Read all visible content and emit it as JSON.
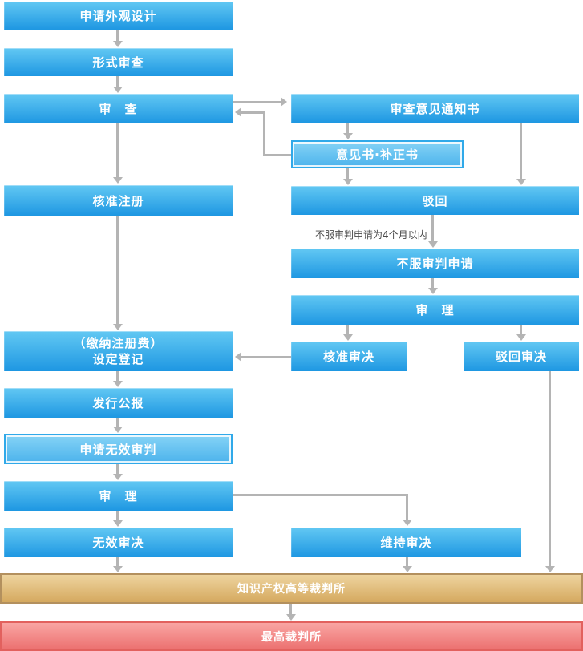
{
  "colors": {
    "box_blue_top": "#62c8f3",
    "box_blue_bottom": "#1e97e2",
    "box_blue_light_top": "#85d3f6",
    "box_blue_light_bottom": "#4cb3ec",
    "double_border_blue": "#30a9e9",
    "tan_top": "#eed49f",
    "tan_bottom": "#d5a95f",
    "tan_border": "#b3905e",
    "red_top": "#f9a5a3",
    "red_bottom": "#ec7170",
    "red_border": "#e2615e",
    "arrow": "#b4b4b4",
    "label_text": "#4a4a4a"
  },
  "nodes": {
    "apply_design": {
      "label": "申请外观设计"
    },
    "formal_exam": {
      "label": "形式审查"
    },
    "examination": {
      "label": "审　查"
    },
    "exam_notice": {
      "label": "审查意见通知书"
    },
    "opinion_doc": {
      "label": "意见书·补正书"
    },
    "rejection": {
      "label": "驳回"
    },
    "approve_reg": {
      "label": "核准注册"
    },
    "appeal_request": {
      "label": "不服审判申请"
    },
    "appeal_trial": {
      "label": "审　理"
    },
    "approve_decision": {
      "label": "核准审决"
    },
    "reject_decision": {
      "label": "驳回审决"
    },
    "registration": {
      "line1": "（缴纳注册费）",
      "line2": "设定登记"
    },
    "gazette": {
      "label": "发行公报"
    },
    "invalid_request": {
      "label": "申请无效审判"
    },
    "invalid_trial": {
      "label": "审　理"
    },
    "invalid_decision": {
      "label": "无效审决"
    },
    "maintain_decision": {
      "label": "维持审决"
    },
    "ip_high_court": {
      "label": "知识产权高等裁判所"
    },
    "supreme_court": {
      "label": "最高裁判所"
    }
  },
  "annotations": {
    "appeal_period": "不服审判申请为4个月以内"
  }
}
